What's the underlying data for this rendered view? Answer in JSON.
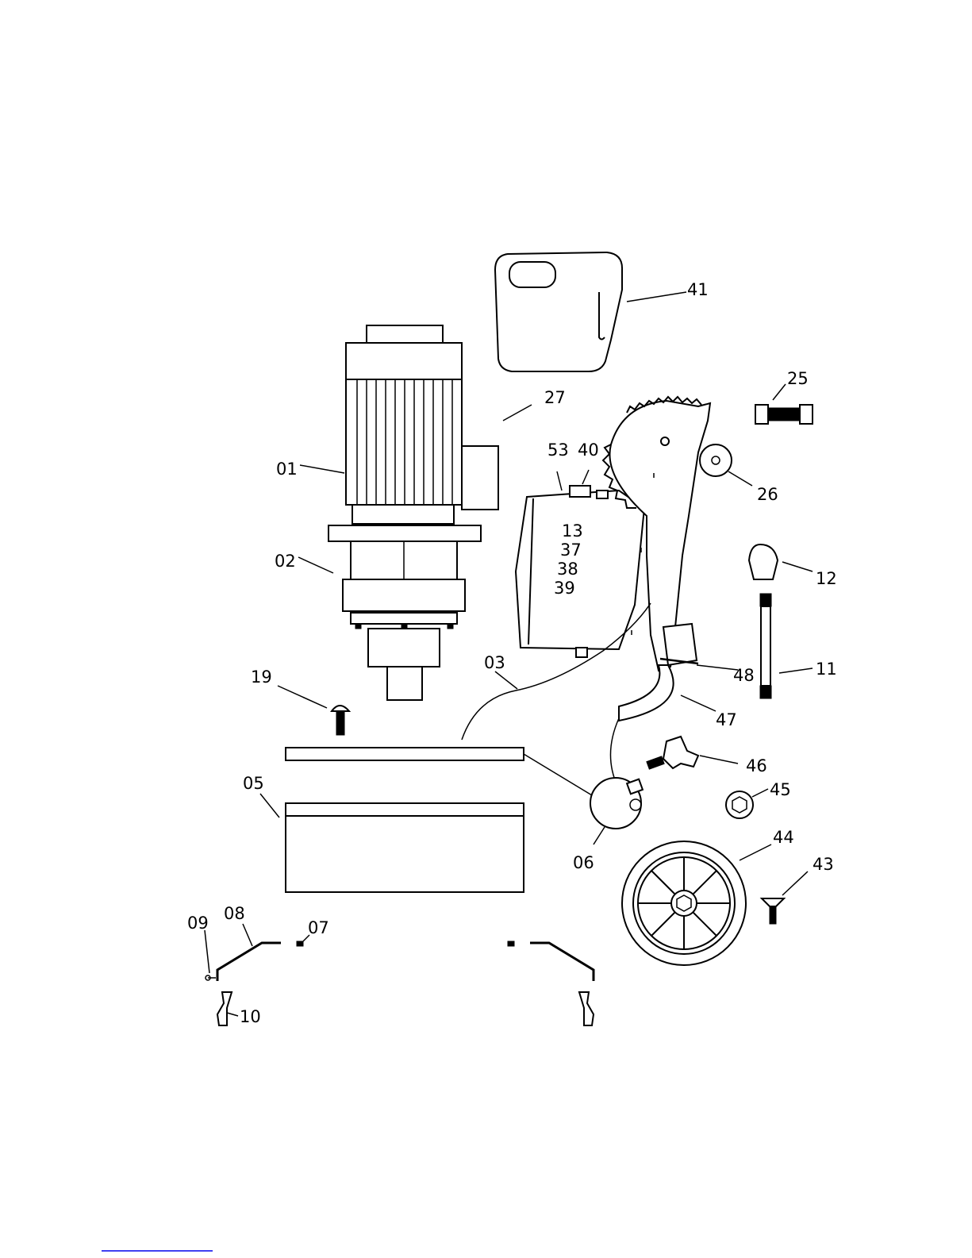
{
  "labels": {
    "p01": "01",
    "p02": "02",
    "p03": "03",
    "p05": "05",
    "p06": "06",
    "p07": "07",
    "p08": "08",
    "p09": "09",
    "p10": "10",
    "p11": "11",
    "p12": "12",
    "p13": "13",
    "p19": "19",
    "p25": "25",
    "p26": "26",
    "p27": "27",
    "p37": "37",
    "p38": "38",
    "p39": "39",
    "p40": "40",
    "p41": "41",
    "p43": "43",
    "p44": "44",
    "p45": "45",
    "p46": "46",
    "p47": "47",
    "p48": "48",
    "p53": "53"
  }
}
